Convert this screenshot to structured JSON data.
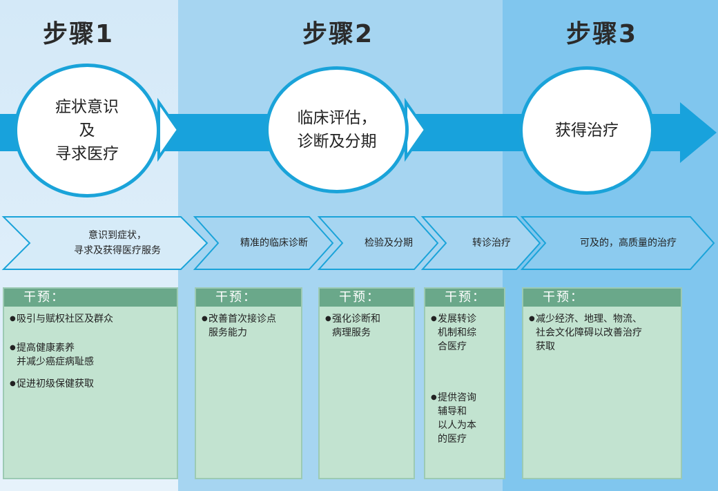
{
  "steps": [
    {
      "title": "步骤1",
      "circle": "症状意识\n及\n寻求医疗"
    },
    {
      "title": "步骤2",
      "circle": "临床评估，\n诊断及分期"
    },
    {
      "title": "步骤3",
      "circle": "获得治疗"
    }
  ],
  "chevrons": [
    "意识到症状，\n寻求及获得医疗服务",
    "精准的临床诊断",
    "检验及分期",
    "转诊治疗",
    "可及的，高质量的治疗"
  ],
  "intervention_header": "干预：",
  "boxes": [
    {
      "items": [
        "吸引与赋权社区及群众",
        "提高健康素养\n并减少癌症病耻感",
        "促进初级保健获取"
      ]
    },
    {
      "items": [
        "改善首次接诊点\n服务能力"
      ]
    },
    {
      "items": [
        "强化诊断和\n病理服务"
      ]
    },
    {
      "items": [
        "发展转诊\n机制和综\n合医疗",
        "提供咨询\n辅导和\n以人为本\n的医疗"
      ]
    },
    {
      "items": [
        "减少经济、地理、物流、\n社会文化障碍以改善治疗\n获取"
      ]
    }
  ],
  "colors": {
    "arrow": "#18a2dc",
    "circle_border": "#1aa3d9",
    "box_fill": "#c2e3d0",
    "box_header": "#6aa88a"
  }
}
